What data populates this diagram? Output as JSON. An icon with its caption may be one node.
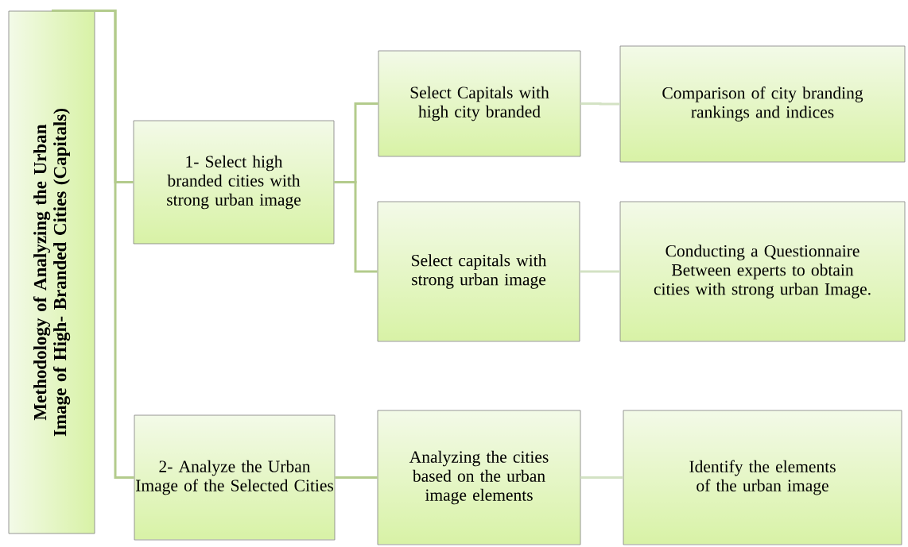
{
  "diagram": {
    "nodes": [
      {
        "text": [
          "Methodology of Analyzing the Urban Image of High- Branded Cities (Capitals)"
        ]
      },
      {
        "text": [
          "1- Select high branded cities with strong urban image"
        ]
      },
      {
        "text": [
          "2- Analyze the Urban Image of the Selected Cities"
        ]
      },
      {
        "text": [
          "Select Capitals with high city branded"
        ]
      },
      {
        "text": [
          "Select capitals with strong urban image"
        ]
      },
      {
        "text": [
          "Comparison of city branding rankings and indices"
        ]
      },
      {
        "text": [
          "Conducting a Questionnaire Between experts to obtain cities with strong urban Image."
        ]
      },
      {
        "text": [
          "Analyzing the cities based on the urban image elements"
        ]
      },
      {
        "text": [
          "Identify the elements of the urban image"
        ]
      }
    ],
    "edges": [
      {
        "from": 0,
        "to": 1,
        "arrow": "none"
      },
      {
        "from": 0,
        "to": 2,
        "arrow": "none"
      },
      {
        "from": 1,
        "to": 3,
        "arrow": "none"
      },
      {
        "from": 1,
        "to": 4,
        "arrow": "none"
      },
      {
        "from": 3,
        "to": 5,
        "arrow": "none",
        "color": "#d3e2c4"
      },
      {
        "from": 4,
        "to": 6,
        "arrow": "none",
        "color": "#d3e2c4"
      },
      {
        "from": 2,
        "to": 7,
        "arrow": "none"
      },
      {
        "from": 7,
        "to": 8,
        "arrow": "none",
        "color": "#d3e2c4"
      }
    ]
  }
}
